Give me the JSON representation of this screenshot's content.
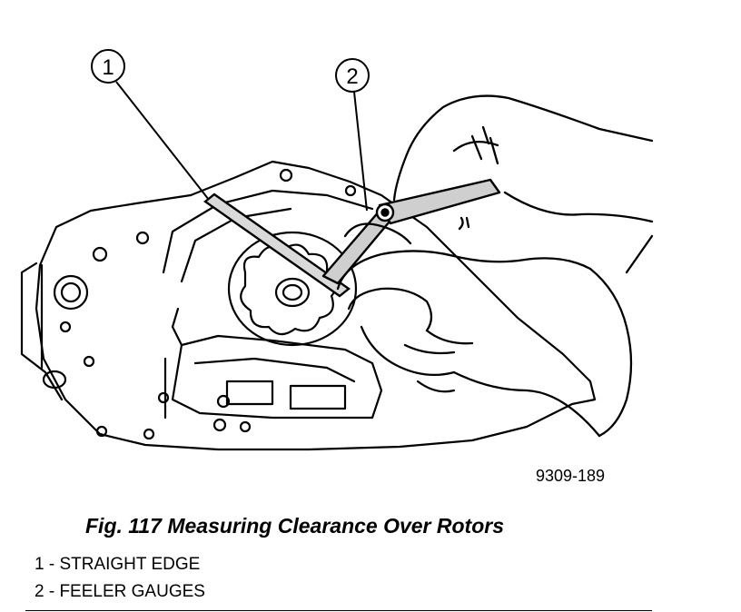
{
  "figure": {
    "callouts": [
      {
        "number": "1"
      },
      {
        "number": "2"
      }
    ],
    "reference_code": "9309-189",
    "caption": "Fig. 117 Measuring Clearance Over Rotors",
    "legend": [
      {
        "number": "1",
        "text": "1 - STRAIGHT EDGE"
      },
      {
        "number": "2",
        "text": "2 - FEELER GAUGES"
      }
    ]
  }
}
